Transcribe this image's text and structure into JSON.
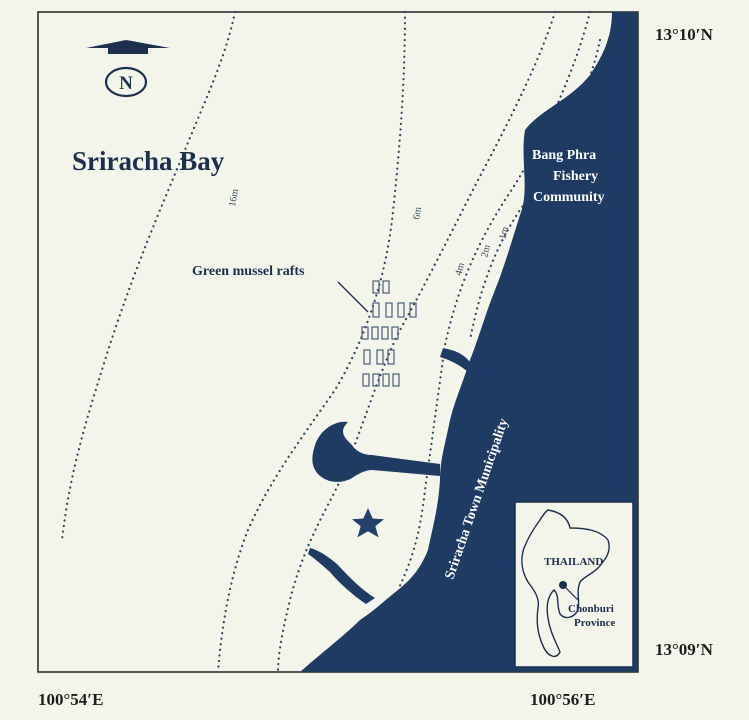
{
  "title": "Sriracha Bay",
  "coordinates": {
    "lat_top": "13°10′N",
    "lat_bottom": "13°09′N",
    "lon_left": "100°54′E",
    "lon_right": "100°56′E"
  },
  "north_arrow": {
    "label": "N"
  },
  "labels": {
    "community": [
      "Bang Phra",
      "Fishery",
      "Community"
    ],
    "municipality": "Sriracha Town Municipality",
    "rafts": "Green mussel rafts"
  },
  "depth_labels": [
    "16m",
    "6m",
    "4m",
    "2m",
    "1m"
  ],
  "inset": {
    "country": "THAILAND",
    "province": [
      "Chonburi",
      "Province"
    ]
  },
  "colors": {
    "sea": "#f4f5ea",
    "land": "#1d3b63",
    "text": "#1d2f4f",
    "star": "#24406d"
  },
  "icons": [
    "north-arrow-icon",
    "star-icon"
  ]
}
